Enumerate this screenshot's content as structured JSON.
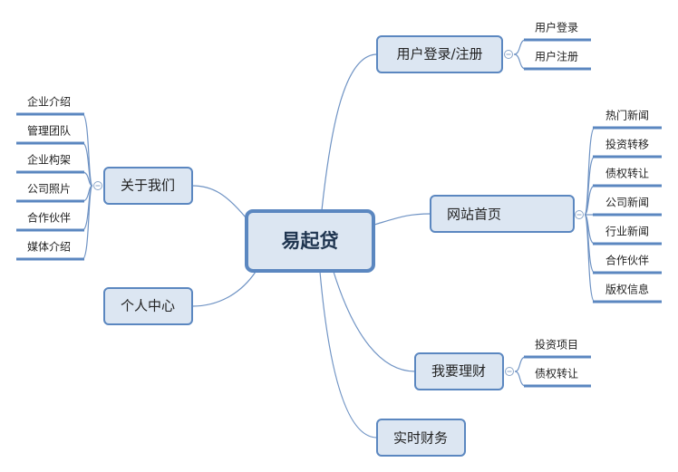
{
  "central": "易起贷",
  "branches": {
    "login": {
      "label": "用户登录/注册",
      "children": [
        "用户登录",
        "用户注册"
      ]
    },
    "home": {
      "label": "网站首页",
      "children": [
        "热门新闻",
        "投资转移",
        "债权转让",
        "公司新闻",
        "行业新闻",
        "合作伙伴",
        "版权信息"
      ]
    },
    "finance": {
      "label": "我要理财",
      "children": [
        "投资项目",
        "债权转让"
      ]
    },
    "realtime": {
      "label": "实时财务",
      "children": []
    },
    "about": {
      "label": "关于我们",
      "children": [
        "企业介绍",
        "管理团队",
        "企业构架",
        "公司照片",
        "合作伙伴",
        "媒体介绍"
      ]
    },
    "personal": {
      "label": "个人中心",
      "children": []
    }
  },
  "colors": {
    "node_fill": "#dce6f2",
    "border": "#5b87c0",
    "line": "#6f93c4"
  }
}
